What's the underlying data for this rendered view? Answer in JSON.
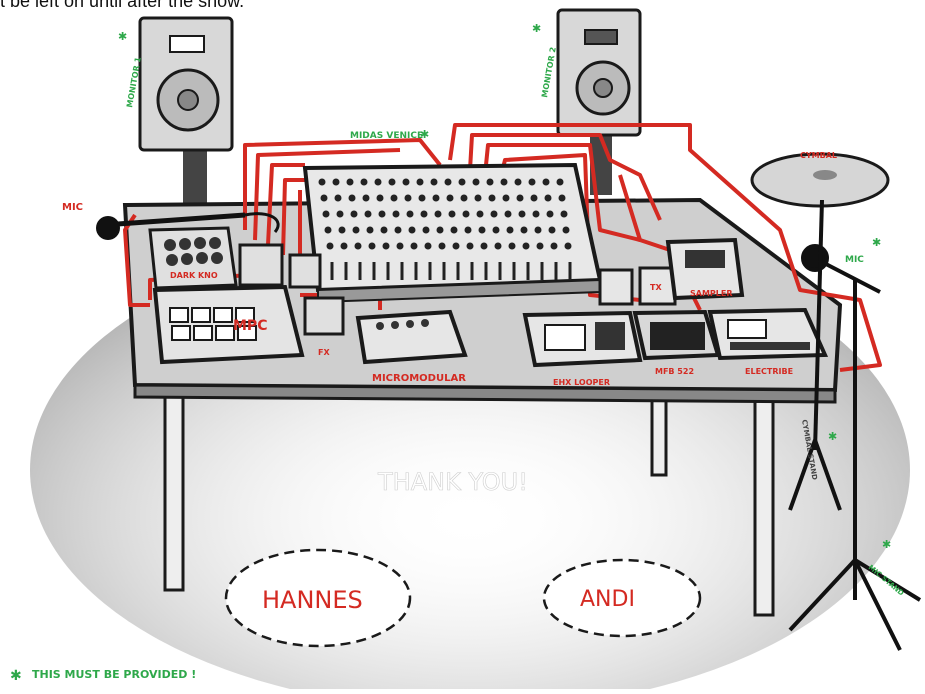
{
  "caption": "t be left on until after the show.",
  "thank_you": "THANK YOU!",
  "names": {
    "left": "HANNES",
    "right": "ANDI"
  },
  "note": "THIS MUST BE PROVIDED !",
  "asterisk": "✱",
  "labels": {
    "monitor_1": "MONITOR 1",
    "monitor_2": "MONITOR 2",
    "mixer": "MIDAS VENICE",
    "mic_left": "MIC",
    "mic_right": "MIC",
    "cymbal": "CYMBAL",
    "dark_kno": "DARK KNO",
    "mpc": "MPC",
    "fx": "FX",
    "micromodular": "MICROMODULAR",
    "ehx_looper": "EHX LOOPER",
    "mfb_522": "MFB 522",
    "electribe": "ELECTRIBE",
    "tx": "TX",
    "sampler": "SAMPLER",
    "cymbal_stand": "CYMBAL STAND",
    "mic_stand": "MIC STAND"
  },
  "colors": {
    "cable": "#d42a22",
    "required": "#2ea84a",
    "ink": "#1a1a1a",
    "table_top": "#cfcfcf"
  }
}
